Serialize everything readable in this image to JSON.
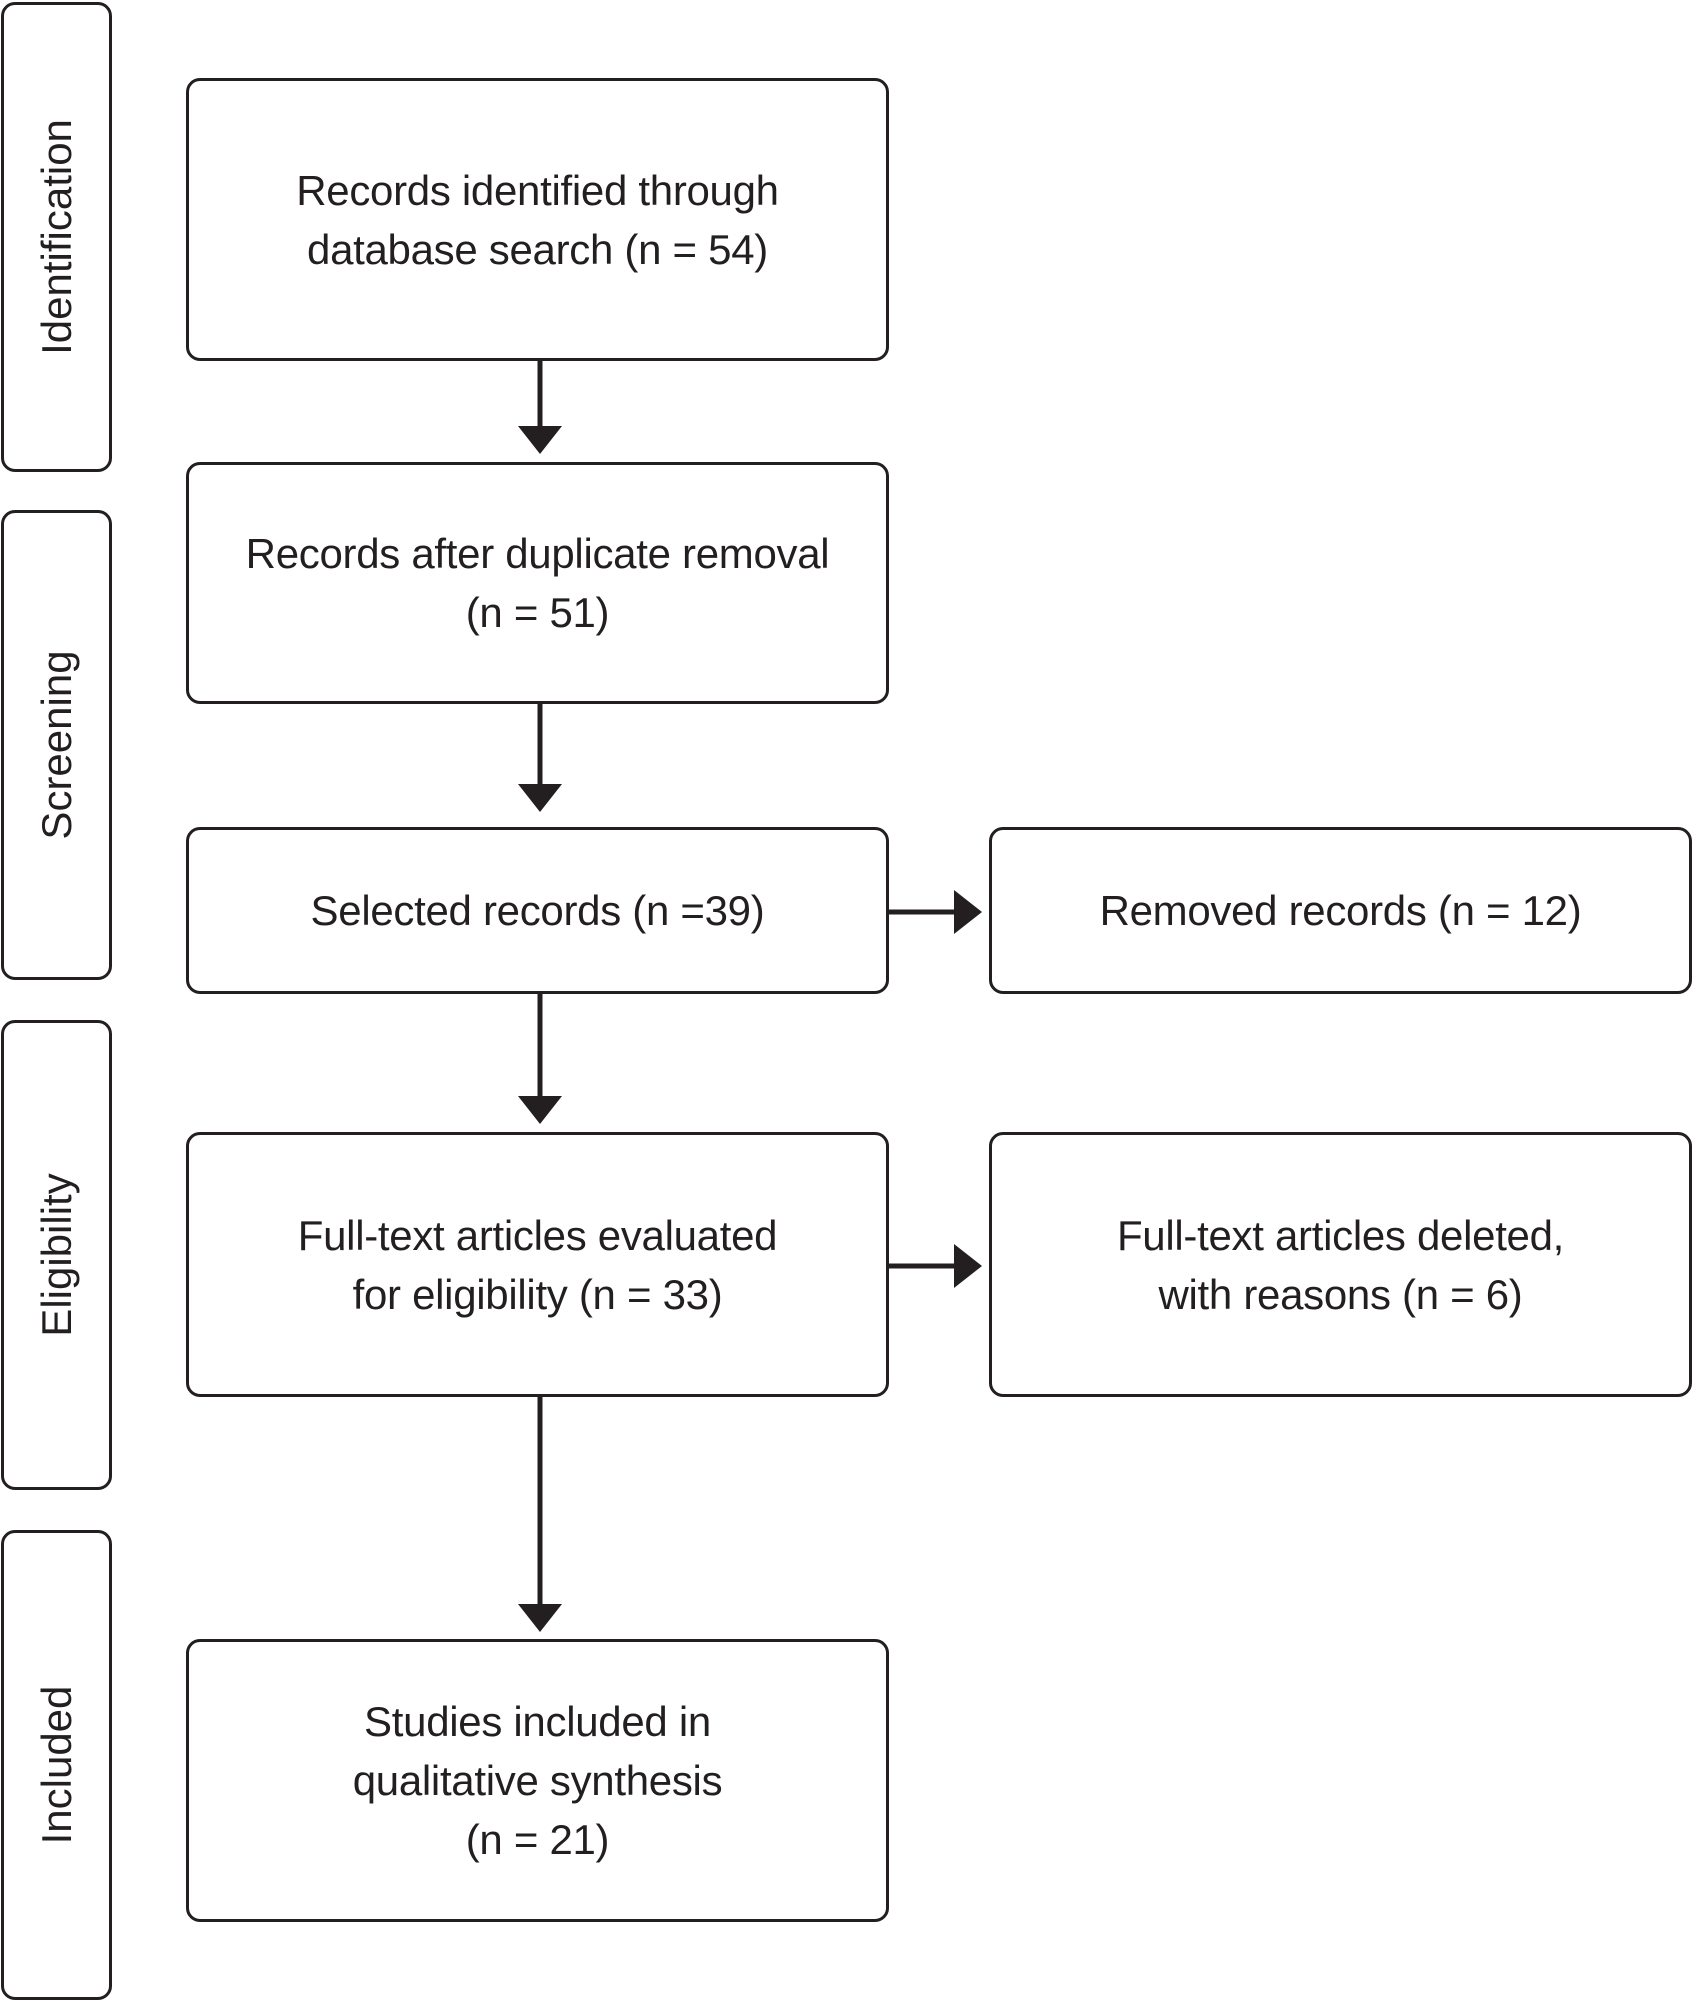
{
  "stages": {
    "identification": "Identification",
    "screening": "Screening",
    "eligibility": "Eligibility",
    "included": "Included"
  },
  "boxes": {
    "records_identified": "Records identified through\ndatabase search (n = 54)",
    "after_duplicates": "Records after duplicate removal\n(n = 51)",
    "selected_records": "Selected records (n =39)",
    "removed_records": "Removed records (n = 12)",
    "fulltext_evaluated": "Full-text articles evaluated\nfor eligibility (n = 33)",
    "fulltext_deleted": "Full-text articles deleted,\nwith reasons (n = 6)",
    "studies_included": "Studies included in\nqualitative synthesis\n(n = 21)"
  }
}
